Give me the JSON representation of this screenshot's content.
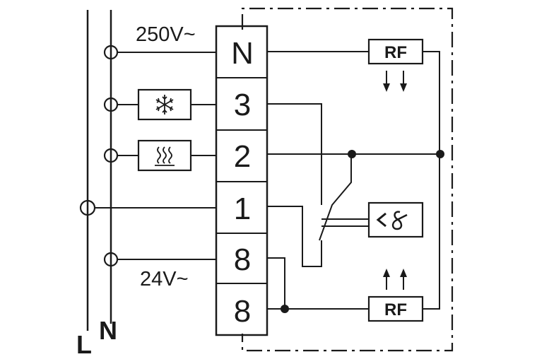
{
  "voltage_high": "250V~",
  "voltage_low": "24V~",
  "rail_labels": {
    "line": "L",
    "neutral": "N"
  },
  "terminals": [
    "N",
    "3",
    "2",
    "1",
    "8",
    "8"
  ],
  "rf_labels": {
    "top": "RF",
    "bottom": "RF"
  },
  "icons": {
    "cooling": "snowflake-icon",
    "heating": "heat-waves-icon",
    "sensor": "temperature-sensor-icon",
    "arrows_down": "arrows-down-icon",
    "arrows_up": "arrows-up-icon"
  },
  "colors": {
    "ink": "#1a1a1a",
    "background": "#ffffff"
  }
}
